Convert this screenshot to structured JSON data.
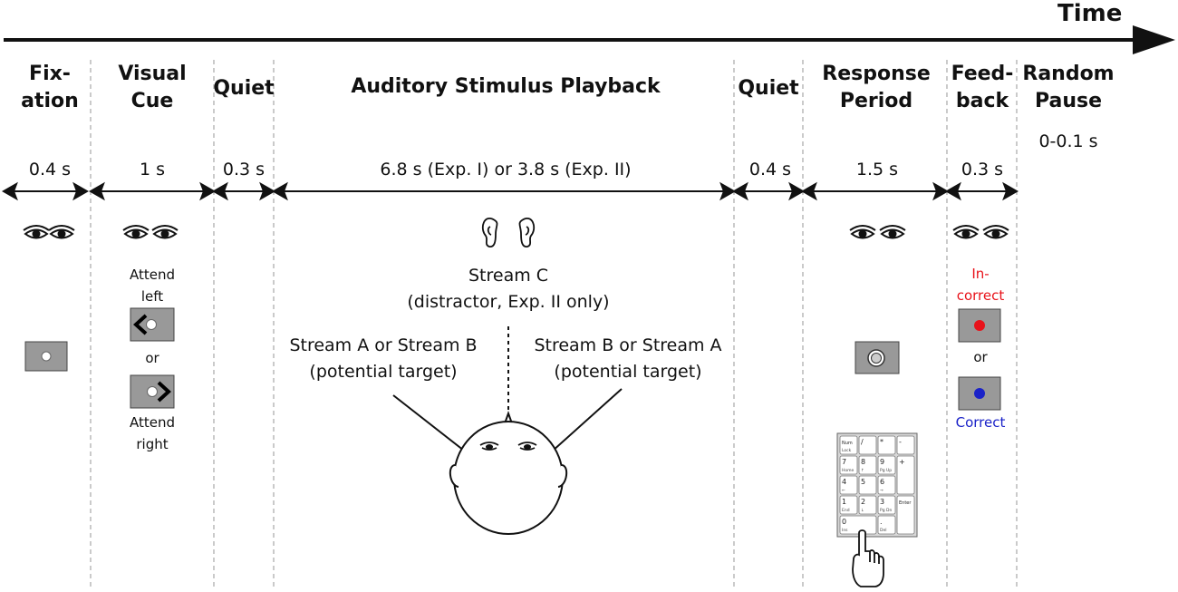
{
  "time_label": "Time",
  "phases": [
    {
      "title_line1": "Fix-",
      "title_line2": "ation",
      "duration": "0.4 s"
    },
    {
      "title_line1": "Visual",
      "title_line2": "Cue",
      "duration": "1 s"
    },
    {
      "title_line1": "Quiet",
      "title_line2": "",
      "duration": "0.3 s"
    },
    {
      "title_line1": "Auditory Stimulus Playback",
      "title_line2": "",
      "duration": "6.8 s (Exp. I) or 3.8 s (Exp. II)"
    },
    {
      "title_line1": "Quiet",
      "title_line2": "",
      "duration": "0.4 s"
    },
    {
      "title_line1": "Response",
      "title_line2": "Period",
      "duration": "1.5 s"
    },
    {
      "title_line1": "Feed-",
      "title_line2": "back",
      "duration": "0.3 s"
    },
    {
      "title_line1": "Random",
      "title_line2": "Pause",
      "duration": "0-0.1 s"
    }
  ],
  "visual_cue": {
    "attend_left_line1": "Attend",
    "attend_left_line2": "left",
    "or": "or",
    "attend_right_line1": "Attend",
    "attend_right_line2": "right"
  },
  "streams": {
    "c_line1": "Stream C",
    "c_line2": "(distractor, Exp. II only)",
    "left_line1": "Stream A or Stream B",
    "left_line2": "(potential target)",
    "right_line1": "Stream B or Stream A",
    "right_line2": "(potential target)"
  },
  "feedback": {
    "incorrect_line1": "In-",
    "incorrect_line2": "correct",
    "or": "or",
    "correct": "Correct",
    "incorrect_color": "#e8121a",
    "correct_color": "#1a22c8"
  },
  "keypad": [
    {
      "main": "Num",
      "sub": "Lock"
    },
    {
      "main": "/",
      "sub": ""
    },
    {
      "main": "*",
      "sub": ""
    },
    {
      "main": "-",
      "sub": ""
    },
    {
      "main": "7",
      "sub": "Home"
    },
    {
      "main": "8",
      "sub": "↑"
    },
    {
      "main": "9",
      "sub": "Pg Up"
    },
    {
      "main": "+",
      "sub": ""
    },
    {
      "main": "4",
      "sub": "←"
    },
    {
      "main": "5",
      "sub": ""
    },
    {
      "main": "6",
      "sub": "→"
    },
    {
      "main": "1",
      "sub": "End"
    },
    {
      "main": "2",
      "sub": "↓"
    },
    {
      "main": "3",
      "sub": "Pg Dn"
    },
    {
      "main": "Enter",
      "sub": ""
    },
    {
      "main": "0",
      "sub": "Ins"
    },
    {
      "main": ".",
      "sub": "Del"
    }
  ],
  "colors": {
    "screen_gray": "#999999",
    "divider": "#b0b0b0"
  }
}
